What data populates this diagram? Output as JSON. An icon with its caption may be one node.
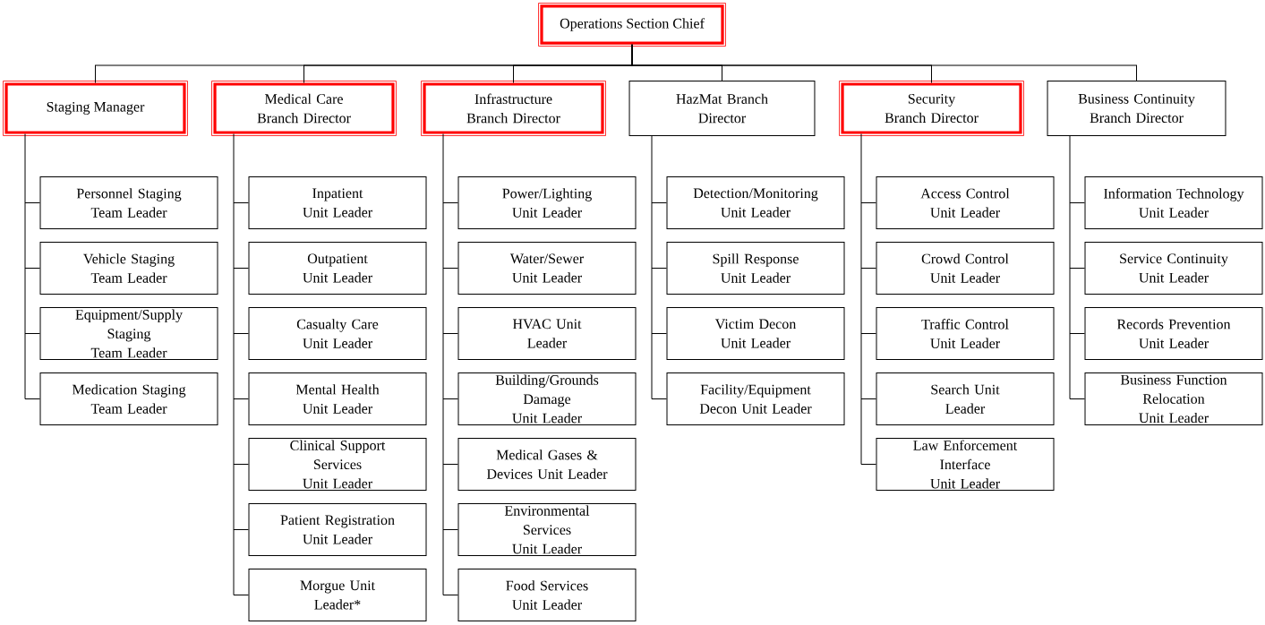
{
  "diagram": {
    "nodes": [
      {
        "text": [
          "Operations Section Chief"
        ]
      },
      {
        "text": [
          "Staging Manager"
        ]
      },
      {
        "text": [
          "Medical Care Branch Director"
        ]
      },
      {
        "text": [
          "Infrastructure Branch Director"
        ]
      },
      {
        "text": [
          "HazMat Branch Director"
        ]
      },
      {
        "text": [
          "Security Branch Director"
        ]
      },
      {
        "text": [
          "Business Continuity Branch Director"
        ]
      },
      {
        "text": [
          "Personnel Staging Team Leader"
        ]
      },
      {
        "text": [
          "Vehicle Staging Team Leader"
        ]
      },
      {
        "text": [
          "Equipment/Supply Staging Team Leader"
        ]
      },
      {
        "text": [
          "Medication Staging Team Leader"
        ]
      },
      {
        "text": [
          "Inpatient Unit Leader"
        ]
      },
      {
        "text": [
          "Outpatient Unit Leader"
        ]
      },
      {
        "text": [
          "Casualty Care Unit Leader"
        ]
      },
      {
        "text": [
          "Mental Health Unit Leader"
        ]
      },
      {
        "text": [
          "Clinical Support Services Unit Leader"
        ]
      },
      {
        "text": [
          "Patient Registration Unit Leader"
        ]
      },
      {
        "text": [
          "Morgue Unit Leader*"
        ]
      },
      {
        "text": [
          "Power/Lighting Unit Leader"
        ]
      },
      {
        "text": [
          "Water/Sewer Unit Leader"
        ]
      },
      {
        "text": [
          "HVAC Unit Leader"
        ]
      },
      {
        "text": [
          "Building/Grounds Damage Unit Leader"
        ]
      },
      {
        "text": [
          "Medical Gases & Devices Unit Leader"
        ]
      },
      {
        "text": [
          "Environmental Services Unit Leader"
        ]
      },
      {
        "text": [
          "Food Services Unit Leader"
        ]
      },
      {
        "text": [
          "Detection/Monitoring Unit Leader"
        ]
      },
      {
        "text": [
          "Spill Response Unit Leader"
        ]
      },
      {
        "text": [
          "Victim Decon Unit Leader"
        ]
      },
      {
        "text": [
          "Facility/Equipment Decon Unit Leader"
        ]
      },
      {
        "text": [
          "Access Control Unit Leader"
        ]
      },
      {
        "text": [
          "Crowd Control Unit Leader"
        ]
      },
      {
        "text": [
          "Traffic Control Unit Leader"
        ]
      },
      {
        "text": [
          "Search Unit Leader"
        ]
      },
      {
        "text": [
          "Law Enforcement Interface Unit Leader"
        ]
      },
      {
        "text": [
          "Information Technology Unit Leader"
        ]
      },
      {
        "text": [
          "Service Continuity Unit Leader"
        ]
      },
      {
        "text": [
          "Records Prevention Unit Leader"
        ]
      },
      {
        "text": [
          "Business Function Relocation Unit Leader"
        ]
      }
    ],
    "edges": [
      {
        "from": 0,
        "to": 1,
        "arrow": "none"
      },
      {
        "from": 0,
        "to": 2,
        "arrow": "none"
      },
      {
        "from": 0,
        "to": 3,
        "arrow": "none"
      },
      {
        "from": 0,
        "to": 4,
        "arrow": "none"
      },
      {
        "from": 0,
        "to": 5,
        "arrow": "none"
      },
      {
        "from": 0,
        "to": 6,
        "arrow": "none"
      },
      {
        "from": 1,
        "to": 7,
        "arrow": "none"
      },
      {
        "from": 1,
        "to": 8,
        "arrow": "none"
      },
      {
        "from": 1,
        "to": 9,
        "arrow": "none"
      },
      {
        "from": 1,
        "to": 10,
        "arrow": "none"
      },
      {
        "from": 2,
        "to": 11,
        "arrow": "none"
      },
      {
        "from": 2,
        "to": 12,
        "arrow": "none"
      },
      {
        "from": 2,
        "to": 13,
        "arrow": "none"
      },
      {
        "from": 2,
        "to": 14,
        "arrow": "none"
      },
      {
        "from": 2,
        "to": 15,
        "arrow": "none"
      },
      {
        "from": 2,
        "to": 16,
        "arrow": "none"
      },
      {
        "from": 2,
        "to": 17,
        "arrow": "none"
      },
      {
        "from": 3,
        "to": 18,
        "arrow": "none"
      },
      {
        "from": 3,
        "to": 19,
        "arrow": "none"
      },
      {
        "from": 3,
        "to": 20,
        "arrow": "none"
      },
      {
        "from": 3,
        "to": 21,
        "arrow": "none"
      },
      {
        "from": 3,
        "to": 22,
        "arrow": "none"
      },
      {
        "from": 3,
        "to": 23,
        "arrow": "none"
      },
      {
        "from": 3,
        "to": 24,
        "arrow": "none"
      },
      {
        "from": 4,
        "to": 25,
        "arrow": "none"
      },
      {
        "from": 4,
        "to": 26,
        "arrow": "none"
      },
      {
        "from": 4,
        "to": 27,
        "arrow": "none"
      },
      {
        "from": 4,
        "to": 28,
        "arrow": "none"
      },
      {
        "from": 5,
        "to": 29,
        "arrow": "none"
      },
      {
        "from": 5,
        "to": 30,
        "arrow": "none"
      },
      {
        "from": 5,
        "to": 31,
        "arrow": "none"
      },
      {
        "from": 5,
        "to": 32,
        "arrow": "none"
      },
      {
        "from": 5,
        "to": 33,
        "arrow": "none"
      },
      {
        "from": 6,
        "to": 34,
        "arrow": "none"
      },
      {
        "from": 6,
        "to": 35,
        "arrow": "none"
      },
      {
        "from": 6,
        "to": 36,
        "arrow": "none"
      },
      {
        "from": 6,
        "to": 37,
        "arrow": "none"
      }
    ]
  }
}
